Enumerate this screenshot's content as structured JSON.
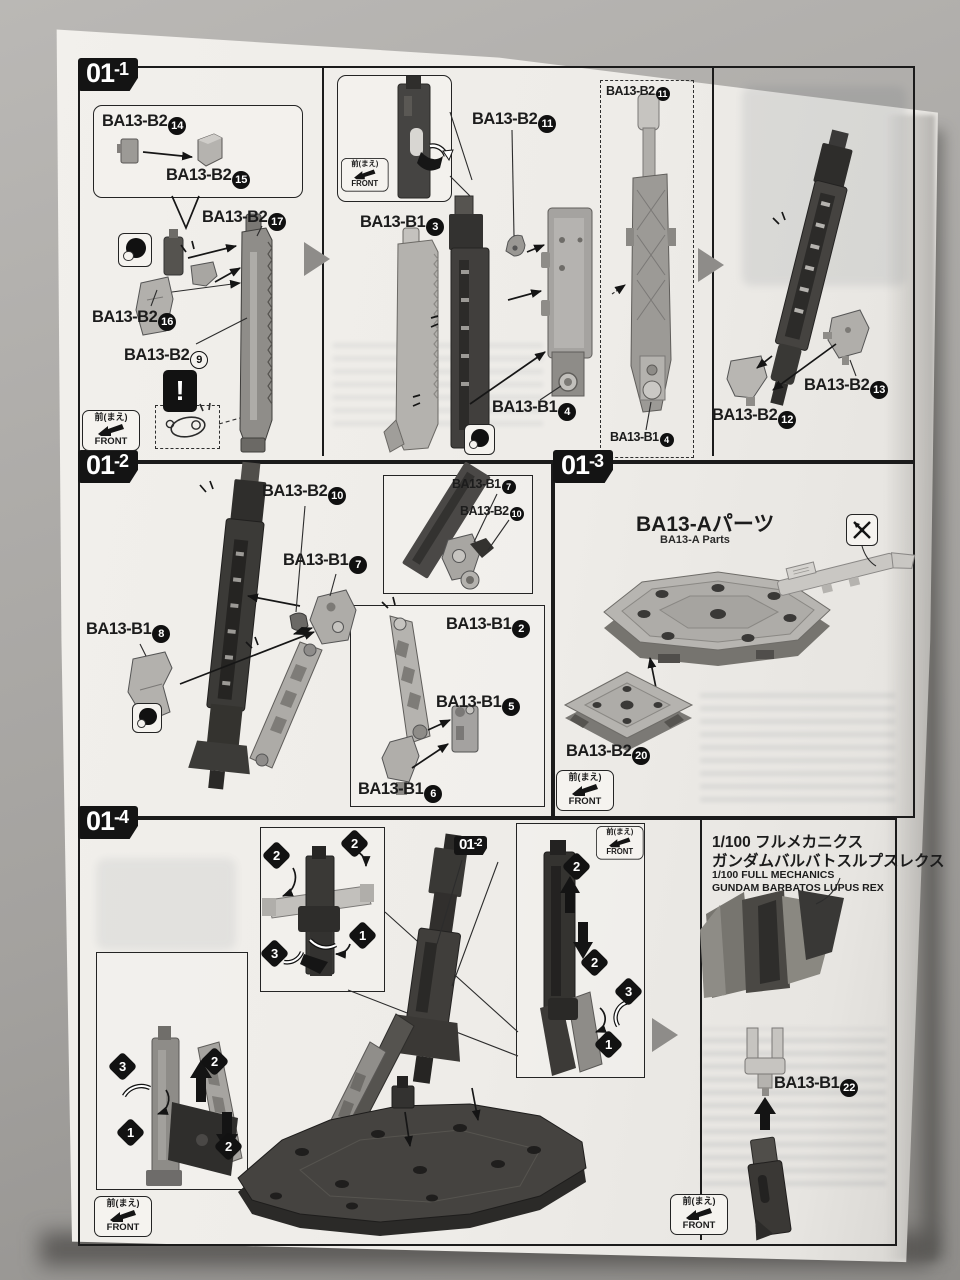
{
  "front_icon": {
    "jp": "前(まえ)",
    "en": "FRONT"
  },
  "warning_mark": "!",
  "sections": {
    "s1": {
      "badge_main": "01",
      "badge_sub": "-1",
      "labels": {
        "b2_14": {
          "part": "BA13-B2",
          "num": "14"
        },
        "b2_15": {
          "part": "BA13-B2",
          "num": "15"
        },
        "b2_17": {
          "part": "BA13-B2",
          "num": "17"
        },
        "b2_16": {
          "part": "BA13-B2",
          "num": "16"
        },
        "b2_9": {
          "part": "BA13-B2",
          "num": "9"
        },
        "b1_3": {
          "part": "BA13-B1",
          "num": "3"
        },
        "b2_11": {
          "part": "BA13-B2",
          "num": "11"
        },
        "b1_4": {
          "part": "BA13-B1",
          "num": "4"
        },
        "b2_11d": {
          "part": "BA13-B2",
          "num": "11"
        },
        "b1_4d": {
          "part": "BA13-B1",
          "num": "4"
        },
        "b2_13": {
          "part": "BA13-B2",
          "num": "13"
        },
        "b2_12": {
          "part": "BA13-B2",
          "num": "12"
        }
      }
    },
    "s2": {
      "badge_main": "01",
      "badge_sub": "-2",
      "labels": {
        "b2_10": {
          "part": "BA13-B2",
          "num": "10"
        },
        "b1_7": {
          "part": "BA13-B1",
          "num": "7"
        },
        "b1_8": {
          "part": "BA13-B1",
          "num": "8"
        },
        "inset_b1_7": {
          "part": "BA13-B1",
          "num": "7"
        },
        "inset_b2_10": {
          "part": "BA13-B2",
          "num": "10"
        },
        "b1_2": {
          "part": "BA13-B1",
          "num": "2"
        },
        "b1_5": {
          "part": "BA13-B1",
          "num": "5"
        },
        "b1_6": {
          "part": "BA13-B1",
          "num": "6"
        }
      }
    },
    "s3": {
      "badge_main": "01",
      "badge_sub": "-3",
      "title_jp": "BA13-Aパーツ",
      "title_en": "BA13-A Parts",
      "labels": {
        "b2_20": {
          "part": "BA13-B2",
          "num": "20"
        }
      }
    },
    "s4": {
      "badge_main": "01",
      "badge_sub": "-4",
      "ref_badge_main": "01",
      "ref_badge_sub": "-2",
      "product": {
        "jp1": "1/100 フルメカニクス",
        "jp2": "ガンダムバルバトスルプスレクス",
        "en1": "1/100 FULL MECHANICS",
        "en2": "GUNDAM BARBATOS LUPUS REX"
      },
      "labels": {
        "b1_22": {
          "part": "BA13-B1",
          "num": "22"
        }
      },
      "steps": {
        "s1": "1",
        "s2": "2",
        "s3": "3"
      }
    }
  }
}
